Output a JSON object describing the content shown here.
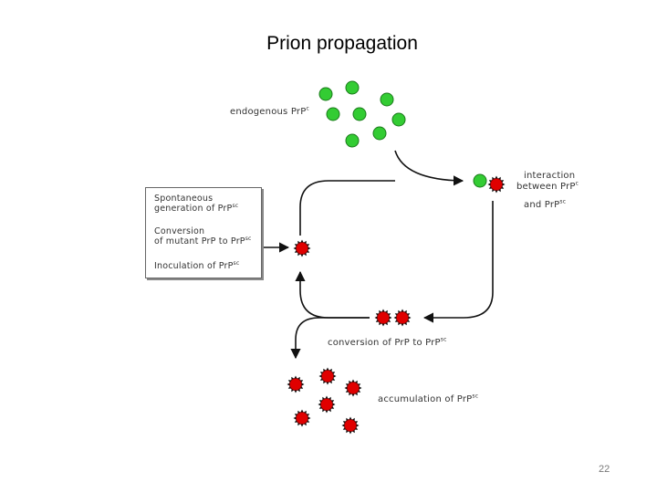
{
  "slide": {
    "title": "Prion propagation",
    "page_number": "22"
  },
  "labels": {
    "endogenous": {
      "text": "endogenous PrP",
      "sup": "c"
    },
    "interaction": {
      "line1": "interaction",
      "line2_text": "between PrP",
      "line2_sup": "c",
      "line3_text": "and PrP",
      "line3_sup": "sc"
    },
    "conversion": {
      "text": "conversion of PrP to PrP",
      "sup": "sc"
    },
    "accumulation": {
      "text": "accumulation of PrP",
      "sup": "sc"
    }
  },
  "sources_box": {
    "items": [
      {
        "line1": "Spontaneous",
        "line2_text": "generation of PrP",
        "line2_sup": "sc"
      },
      {
        "line1": "Conversion",
        "line2_text": "of mutant PrP to PrP",
        "line2_sup": "sc"
      },
      {
        "line1_text": "Inoculation of PrP",
        "line1_sup": "sc"
      }
    ]
  },
  "colors": {
    "normal_prion": "#33cc33",
    "misfolded_prion": "#e00000",
    "arrow": "#111111",
    "text": "#333333"
  }
}
